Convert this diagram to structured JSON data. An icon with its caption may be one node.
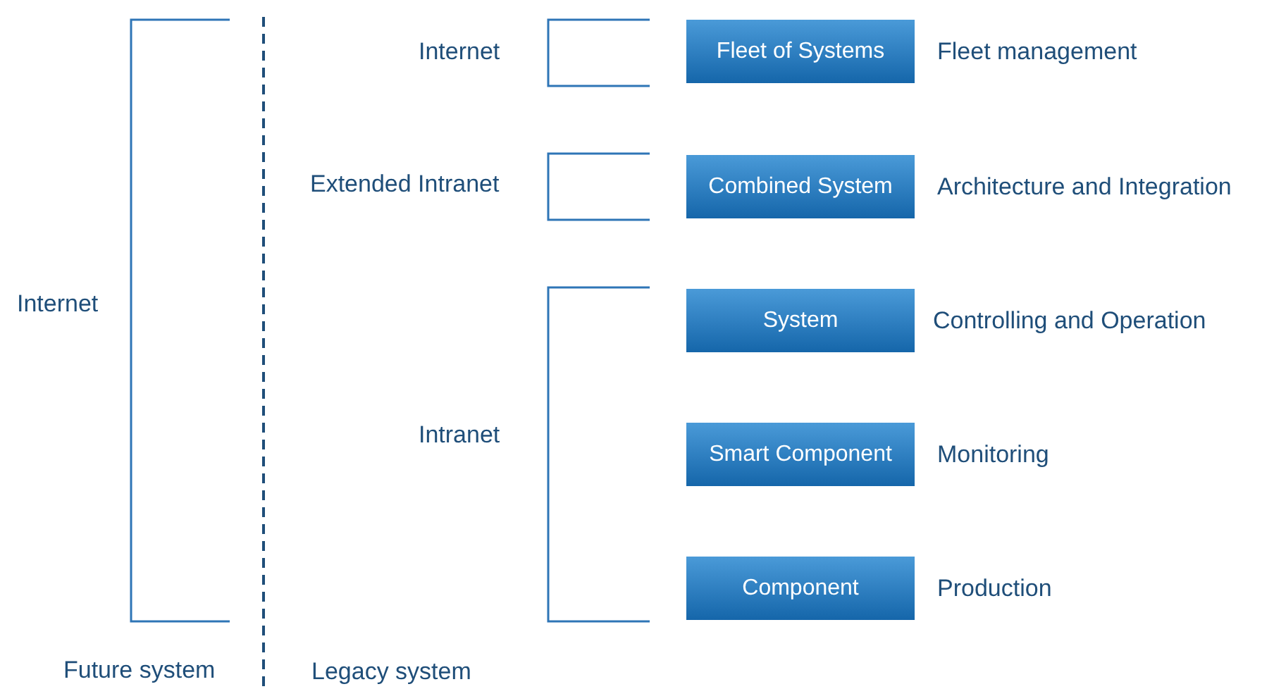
{
  "diagram": {
    "nodes": [
      {
        "text": [
          "Fleet of Systems"
        ],
        "beside": [
          "Fleet management"
        ]
      },
      {
        "text": [
          "Combined System"
        ],
        "beside": [
          "Architecture and Integration"
        ]
      },
      {
        "text": [
          "System"
        ],
        "beside": [
          "Controlling and Operation"
        ]
      },
      {
        "text": [
          "Smart Component"
        ],
        "beside": [
          "Monitoring"
        ]
      },
      {
        "text": [
          "Component"
        ],
        "beside": [
          "Production"
        ]
      }
    ],
    "labels": [
      "Internet",
      "Extended Intranet",
      "Internet",
      "Intranet",
      "Future system",
      "Legacy system"
    ]
  }
}
